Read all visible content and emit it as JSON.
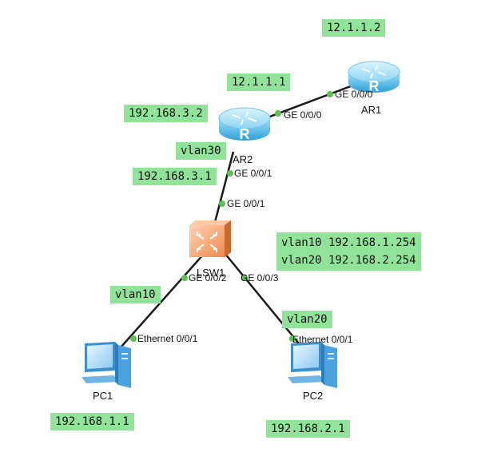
{
  "devices": {
    "ar1": "AR1",
    "ar2": "AR2",
    "lsw1": "LSW1",
    "pc1": "PC1",
    "pc2": "PC2"
  },
  "ports": {
    "ar1_ge000": "GE 0/0/0",
    "ar2_ge000": "GE 0/0/0",
    "ar2_ge001": "GE 0/0/1",
    "lsw1_ge001": "GE 0/0/1",
    "lsw1_ge002": "GE 0/0/2",
    "lsw1_ge003": "GE 0/0/3",
    "pc1_eth": "Ethernet 0/0/1",
    "pc2_eth": "Ethernet 0/0/1"
  },
  "tags": {
    "ar1_ip": "12.1.1.2",
    "ar2_wan_ip": "12.1.1.1",
    "ar2_vlan30_ip": "192.168.3.2",
    "vlan30": "vlan30",
    "lsw1_vlan30_ip": "192.168.3.1",
    "vlanif_line1": "vlan10 192.168.1.254",
    "vlanif_line2": "vlan20 192.168.2.254",
    "vlan10": "vlan10",
    "vlan20": "vlan20",
    "pc1_ip": "192.168.1.1",
    "pc2_ip": "192.168.2.1"
  },
  "colors": {
    "tag_bg": "#92e39a",
    "link": "#1a1a1a",
    "port_dot": "#5cc24f",
    "router": "#5fc4f0",
    "switch": "#f4a77a"
  }
}
